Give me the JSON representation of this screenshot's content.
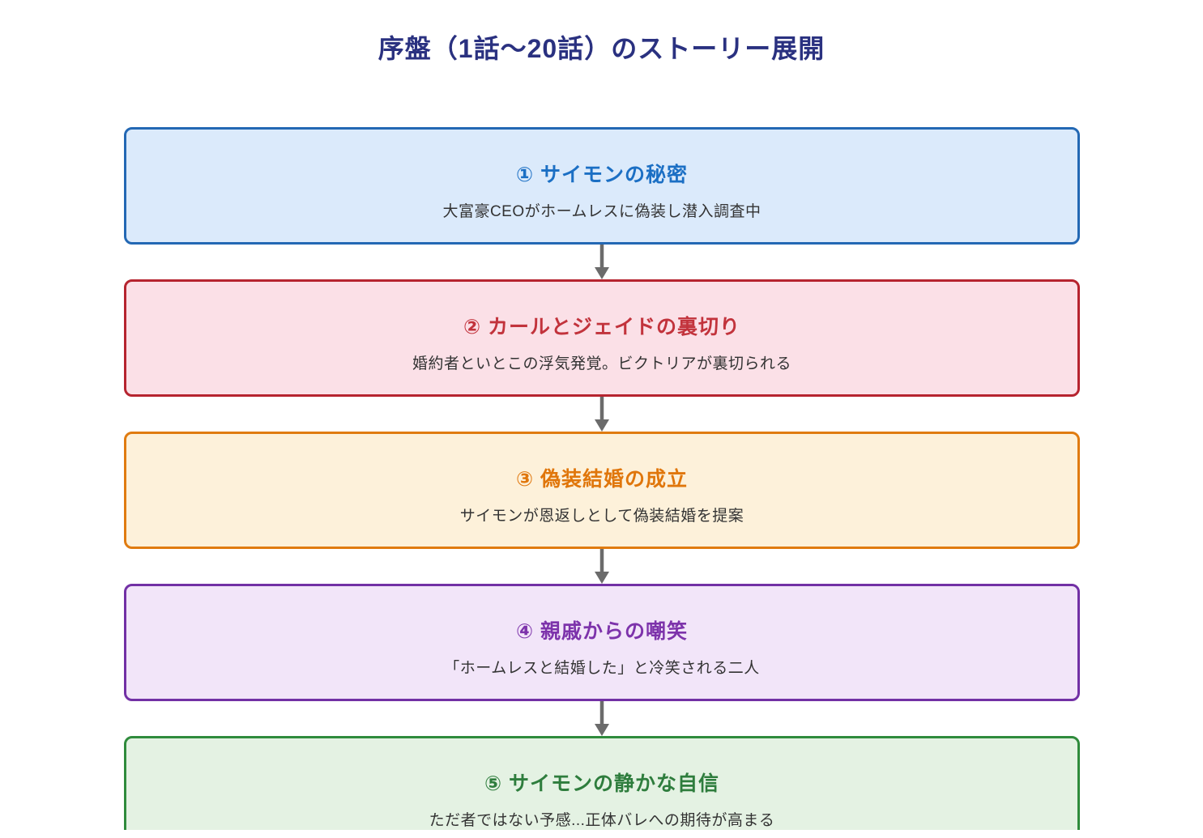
{
  "page": {
    "title": "序盤（1話～20話）のストーリー展開",
    "title_color": "#2a3180",
    "background_color": "#ffffff"
  },
  "flow": {
    "arrow_color": "#6b6b6b",
    "description_color": "#333333",
    "stages": [
      {
        "title": "① サイモンの秘密",
        "description": "大富豪CEOがホームレスに偽装し潜入調査中",
        "fill": "#dbeafb",
        "border": "#2368b4",
        "title_color": "#1b6fc4"
      },
      {
        "title": "② カールとジェイドの裏切り",
        "description": "婚約者といとこの浮気発覚。ビクトリアが裏切られる",
        "fill": "#fbe0e7",
        "border": "#b6242f",
        "title_color": "#c2333c"
      },
      {
        "title": "③ 偽装結婚の成立",
        "description": "サイモンが恩返しとして偽装結婚を提案",
        "fill": "#fdf1da",
        "border": "#e07b10",
        "title_color": "#e0760b"
      },
      {
        "title": "④ 親戚からの嘲笑",
        "description": "「ホームレスと結婚した」と冷笑される二人",
        "fill": "#f2e5f9",
        "border": "#7230a5",
        "title_color": "#7d33ab"
      },
      {
        "title": "⑤ サイモンの静かな自信",
        "description": "ただ者ではない予感...正体バレへの期待が高まる",
        "fill": "#e4f2e3",
        "border": "#2f8b3c",
        "title_color": "#2e7d3d"
      }
    ]
  }
}
